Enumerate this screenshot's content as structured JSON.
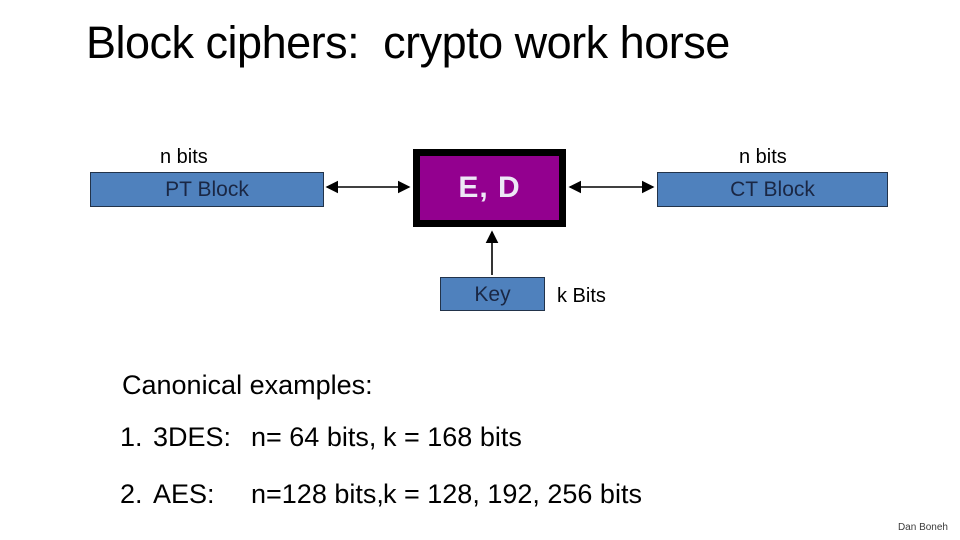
{
  "slide": {
    "title": "Block ciphers:  crypto work horse",
    "footer": "Dan Boneh",
    "background_color": "#FFFFFF"
  },
  "diagram": {
    "plaintext_block": {
      "label": "PT Block",
      "caption": "n bits",
      "fill_color": "#4F81BD"
    },
    "cipher_block": {
      "label": "E, D",
      "fill_color": "#93008F",
      "border_color": "#000000",
      "text_color": "#EDE7F6"
    },
    "ciphertext_block": {
      "label": "CT Block",
      "caption": "n bits",
      "fill_color": "#4F81BD"
    },
    "key_block": {
      "label": "Key",
      "caption": "k Bits",
      "fill_color": "#4F81BD"
    },
    "connectors": {
      "pt_to_cipher": "double-headed-arrow",
      "cipher_to_ct": "double-headed-arrow",
      "key_to_cipher": "up-arrow"
    }
  },
  "body": {
    "heading": "Canonical examples:",
    "examples": [
      {
        "number": "1.",
        "name": "3DES:",
        "block_size": "n= 64 bits,",
        "key_size": "k = 168 bits"
      },
      {
        "number": "2.",
        "name": "AES:",
        "block_size": "n=128 bits,",
        "key_size": "k = 128, 192, 256 bits"
      }
    ]
  }
}
